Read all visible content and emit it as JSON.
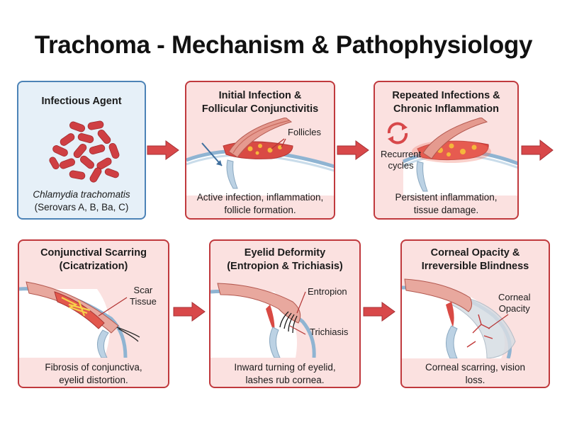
{
  "title": "Trachoma - Mechanism & Pathophysiology",
  "panels": {
    "agent": {
      "title": [
        "Infectious Agent"
      ],
      "organism": "Chlamydia trachomatis",
      "serovars": "(Serovars A, B, Ba, C)"
    },
    "initial": {
      "title": [
        "Initial Infection &",
        "Follicular Conjunctivitis"
      ],
      "label_follicles": "Follicles",
      "caption": [
        "Active infection, inflammation,",
        "follicle formation."
      ]
    },
    "repeated": {
      "title": [
        "Repeated Infections &",
        "Chronic Inflammation"
      ],
      "label_recurrent": [
        "Recurrent",
        "cycles"
      ],
      "caption": [
        "Persistent inflammation,",
        "tissue damage."
      ]
    },
    "scarring": {
      "title": [
        "Conjunctival Scarring",
        "(Cicatrization)"
      ],
      "label_scar": [
        "Scar",
        "Tissue"
      ],
      "caption": [
        "Fibrosis of conjunctiva,",
        "eyelid distortion."
      ]
    },
    "eyelid": {
      "title": [
        "Eyelid Deformity",
        "(Entropion & Trichiasis)"
      ],
      "label_entropion": "Entropion",
      "label_trichiasis": "Trichiasis",
      "caption": [
        "Inward turning of eyelid,",
        "lashes rub cornea."
      ]
    },
    "cornea": {
      "title": [
        "Corneal Opacity &",
        "Irreversible Blindness"
      ],
      "label_opacity": [
        "Corneal",
        "Opacity"
      ],
      "caption": [
        "Corneal scarring, vision",
        "loss."
      ]
    }
  },
  "colors": {
    "panel_border": "#c0393d",
    "panel_fill": "#fbe1e0",
    "agent_border": "#4c83b7",
    "agent_fill": "#e6f0f8",
    "arrow": "#d8484a"
  },
  "icons": [
    "bacteria-cluster-icon",
    "eye-cross-section-icon",
    "recurrent-cycle-icon",
    "flow-arrow-icon"
  ]
}
